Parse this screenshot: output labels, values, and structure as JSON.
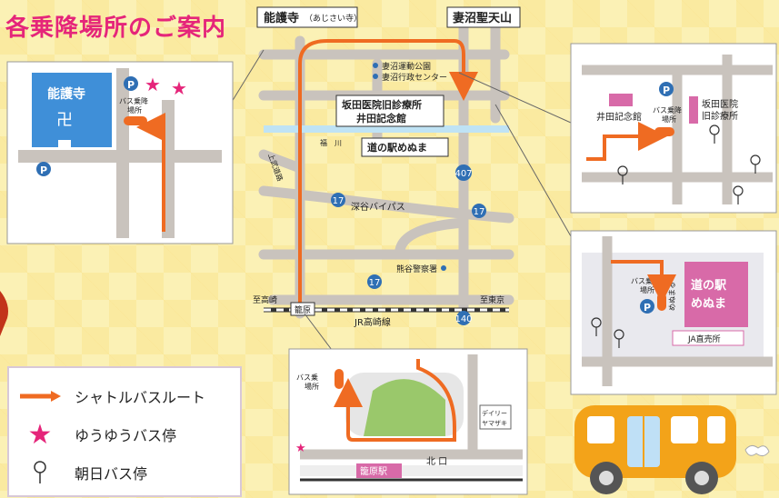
{
  "title": "各乗降場所のご案内",
  "main_map": {
    "header_left": "能護寺",
    "header_left_sub": "（あじさい寺）",
    "header_right": "妻沼聖天山",
    "labels": {
      "sports_park": "妻沼運動公園",
      "admin_center": "妻沼行政センター",
      "sakata_line1": "坂田医院旧診療所",
      "sakata_line2": "井田記念館",
      "michinoeki": "道の駅めぬま",
      "river": "福　川",
      "kamiyoshi": "上武道路",
      "bypass": "深谷バイパス",
      "police": "熊谷警察署",
      "to_takasaki": "至高崎",
      "to_tokyo": "至東京",
      "kagohara": "籠原",
      "jr_line": "JR高崎線",
      "r407": "407",
      "r17a": "17",
      "r17b": "17",
      "r17c": "17",
      "r140": "140"
    }
  },
  "inset_nogoji": {
    "temple": "能護寺",
    "temple_mark": "卍",
    "parking": "P",
    "bus_stop_line1": "バス乗降",
    "bus_stop_line2": "場所"
  },
  "inset_sakata": {
    "ida": "井田記念館",
    "bus_line1": "バス乗降",
    "bus_line2": "場所",
    "sakata_line1": "坂田医院",
    "sakata_line2": "旧診療所",
    "parking": "P"
  },
  "inset_michinoeki": {
    "bus_line1": "バス乗降",
    "bus_line2": "場所",
    "menuma": "めぬまる",
    "station_line1": "道の駅",
    "station_line2": "めぬま",
    "ja": "JA直売所",
    "parking": "P"
  },
  "inset_kagohara": {
    "bus_line1": "バス乗",
    "bus_line2": "場所",
    "daily_line1": "デイリー",
    "daily_line2": "ヤマザキ",
    "north_exit": "北 口",
    "station": "籠原駅"
  },
  "legend": {
    "shuttle": "シャトルバスルート",
    "yuyu": "ゆうゆうバス停",
    "asahi": "朝日バス停"
  },
  "colors": {
    "route": "#ef6b22",
    "star": "#e5257a",
    "title": "#e5257a",
    "road": "#c9c3bd",
    "temple_blue": "#3f8fd8",
    "pink_building": "#d86aa8",
    "parking_blue": "#2f6fb4"
  }
}
